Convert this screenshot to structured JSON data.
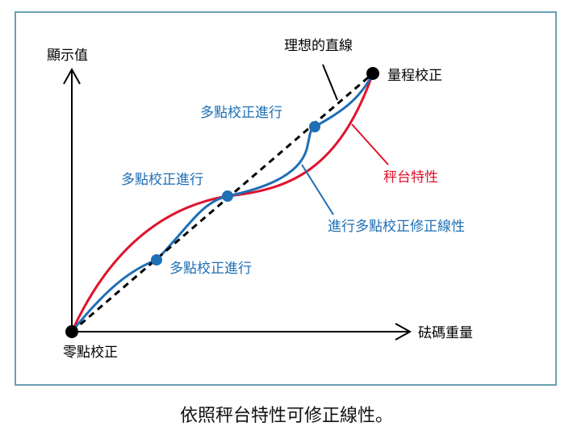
{
  "colors": {
    "frame": "#6a9fb5",
    "blue": "#1f6fb4",
    "red": "#e0132c",
    "black": "#000000"
  },
  "axes": {
    "y_label": "顯示值",
    "x_label": "砝碼重量"
  },
  "points": {
    "zero": "零點校正",
    "span": "量程校正"
  },
  "labels": {
    "ideal_line": "理想的直線",
    "scale_characteristic": "秤台特性",
    "corrected_curve": "進行多點校正修正線性",
    "multipoint_upper": "多點校正進行",
    "multipoint_middle": "多點校正進行",
    "multipoint_lower": "多點校正進行"
  },
  "caption": "依照秤台特性可修正線性。"
}
